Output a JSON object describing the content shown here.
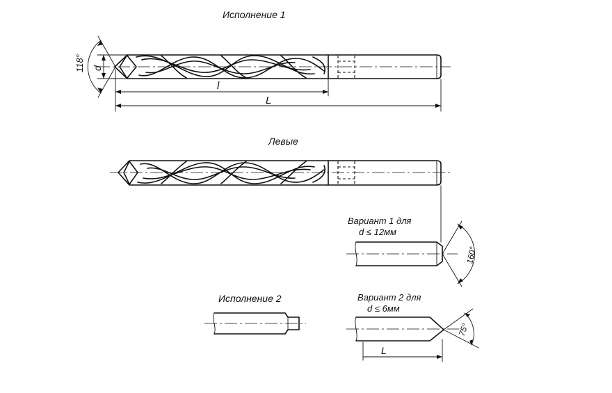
{
  "titles": {
    "variant1_heading": "Исполнение 1",
    "left_heading": "Левые",
    "variant2_heading": "Исполнение 2",
    "option1_line1": "Вариант 1 для",
    "option1_line2": "d ≤ 12мм",
    "option2_line1": "Вариант 2 для",
    "option2_line2": "d ≤ 6мм"
  },
  "dimensions": {
    "point_angle": "118°",
    "diameter": "d",
    "flute_length": "l",
    "total_length": "L",
    "option1_angle": "160°",
    "option2_angle": "75°",
    "option2_length": "L"
  }
}
